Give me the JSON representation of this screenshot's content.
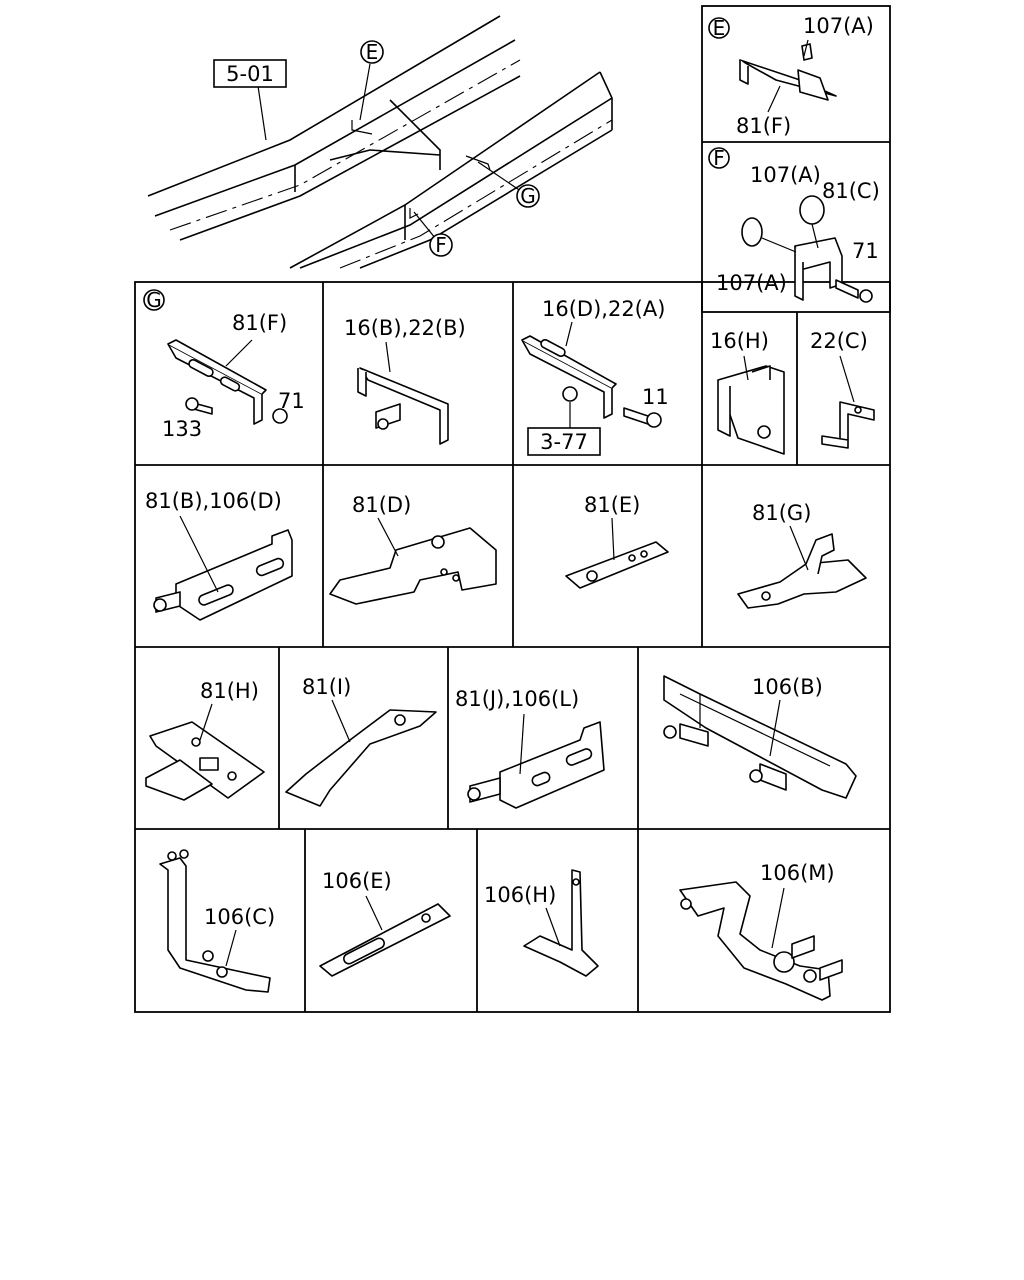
{
  "overview": {
    "ref_box": "5-01",
    "callout_e": "E",
    "callout_g": "G",
    "callout_f": "F"
  },
  "panel_e": {
    "badge": "E",
    "label_107a": "107(A)",
    "label_81f": "81(F)"
  },
  "panel_f": {
    "badge": "F",
    "label_107a_top": "107(A)",
    "label_81c": "81(C)",
    "label_71": "71",
    "label_107a_bottom": "107(A)"
  },
  "panel_g": {
    "badge": "G",
    "label_81f": "81(F)",
    "label_71": "71",
    "label_133": "133"
  },
  "cells": {
    "c16b22b": "16(B),22(B)",
    "c16d22a": "16(D),22(A)",
    "c11": "11",
    "ref_box_377": "3-77",
    "c16h": "16(H)",
    "c22c": "22(C)",
    "c81b106d": "81(B),106(D)",
    "c81d": "81(D)",
    "c81e": "81(E)",
    "c81g": "81(G)",
    "c81h": "81(H)",
    "c81i": "81(I)",
    "c81j106l": "81(J),106(L)",
    "c106b": "106(B)",
    "c106c": "106(C)",
    "c106e": "106(E)",
    "c106h": "106(H)",
    "c106m": "106(M)"
  }
}
